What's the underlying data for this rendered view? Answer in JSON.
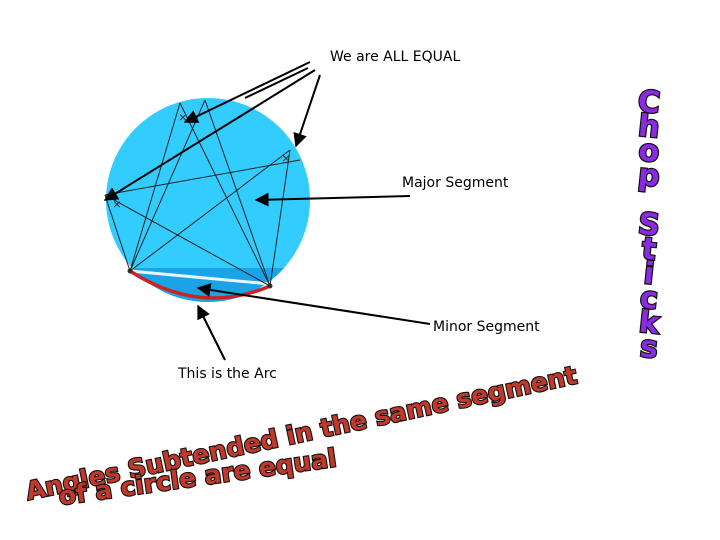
{
  "labels": {
    "equal": "We are ALL EQUAL",
    "major": "Major Segment",
    "minor": "Minor Segment",
    "arc": "This is the Arc"
  },
  "word_art": {
    "line1": "Angles Subtended in the same segment",
    "line2": "of a circle are equal",
    "side": [
      "C",
      "h",
      "o",
      "p",
      " ",
      "S",
      "t",
      "i",
      "c",
      "k",
      "s"
    ]
  },
  "markers": {
    "cross": "×"
  },
  "colors": {
    "circle_fill": "#33ccff",
    "minor_fill": "#1aa3e6",
    "arc": "#cc2222",
    "chord": "#e8f6ff",
    "word_fill": "#c0392b",
    "side_fill": "#8a2be2"
  }
}
